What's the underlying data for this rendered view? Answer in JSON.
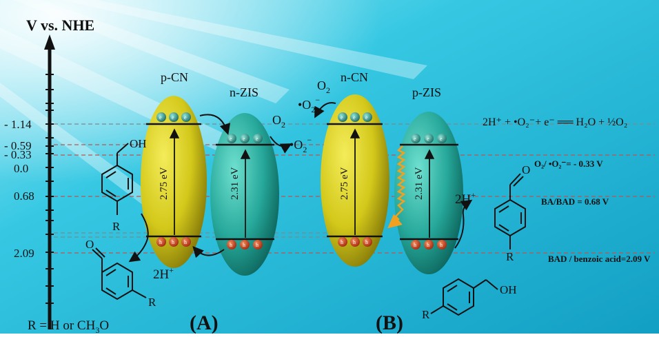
{
  "axis": {
    "title": "V vs. NHE",
    "ticks": [
      {
        "label": "- 1.14",
        "v": -1.14
      },
      {
        "label": "- 0.59",
        "v": -0.59
      },
      {
        "label": "- 0.33",
        "v": -0.33
      },
      {
        "label": "0.0",
        "v": 0.0
      },
      {
        "label": "0.68",
        "v": 0.68
      },
      {
        "label": "2.09",
        "v": 2.09
      }
    ]
  },
  "panel_a": {
    "label": "(A)",
    "p_cn": {
      "name": "p-CN",
      "gap": "2.75 eV"
    },
    "n_zis": {
      "name": "n-ZIS",
      "gap": "2.31 eV"
    },
    "o2": "O",
    "o2_sub": "2",
    "superoxide": "•O",
    "superoxide_sup": "2",
    "superoxide_charge": "−",
    "two_h": "2H",
    "two_h_sup": "+",
    "oh": "OH",
    "r": "R",
    "r_note": "R = H or CH",
    "r_note_sub": "3",
    "r_note_end": "O"
  },
  "panel_b": {
    "label": "(B)",
    "n_cn": {
      "name": "n-CN",
      "gap": "2.75 eV"
    },
    "p_zis": {
      "name": "p-ZIS",
      "gap": "2.31 eV"
    },
    "o2": "O",
    "o2_sub": "2",
    "superoxide": "•O",
    "superoxide_sup": "2",
    "superoxide_charge": "−",
    "two_h": "2H",
    "two_h_sup": "+",
    "oh": "OH",
    "o": "O",
    "r": "R"
  },
  "carriers": {
    "electron": "e",
    "hole": "h"
  },
  "annotations": {
    "reaction": "2H⁺ + •O₂⁻+ e⁻ ══ H₂O + ½O₂",
    "o2_potential": "O₂/ •O₂⁻= - 0.33 V",
    "ba_bad": "BA/BAD = 0.68 V",
    "bad_acid": "BAD / benzoic acid=2.09 V"
  },
  "colors": {
    "background": "#20c0de",
    "pcn_yellow": "#d8cf18",
    "zis_teal": "#26a89a",
    "hole": "#c8401c",
    "electron": "#2f8f86",
    "dash": "#a05050"
  }
}
